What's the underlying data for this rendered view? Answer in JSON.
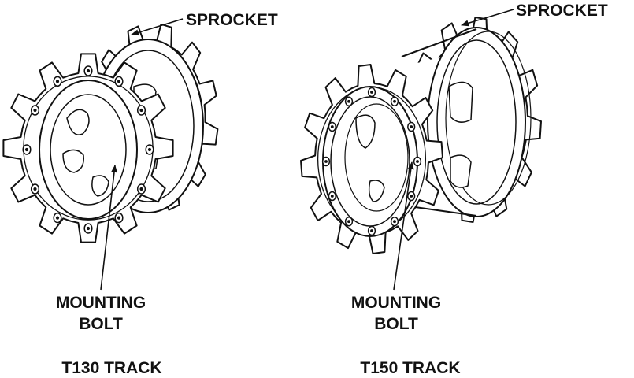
{
  "left": {
    "sprocket_label": "SPROCKET",
    "bolt_label_line1": "MOUNTING",
    "bolt_label_line2": "BOLT",
    "caption": "T130 TRACK"
  },
  "right": {
    "sprocket_label": "SPROCKET",
    "bolt_label_line1": "MOUNTING",
    "bolt_label_line2": "BOLT",
    "caption": "T150 TRACK"
  },
  "colors": {
    "ink": "#111111",
    "paper": "#ffffff"
  }
}
